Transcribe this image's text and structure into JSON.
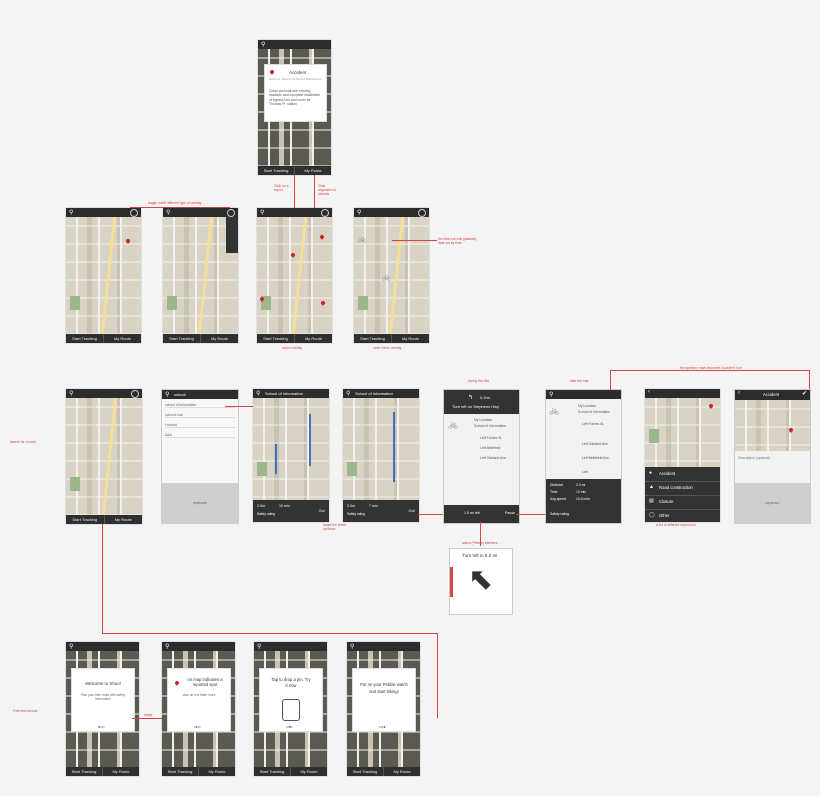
{
  "common": {
    "start_tracking": "Start Tracking",
    "my_route": "My Route"
  },
  "top_phone": {
    "card_title": "Accident",
    "card_subtitle": "Mathis St., Browns, Forbes and Bellefield Ave.",
    "card_body": "Clean and wait one existing roadside and complete installation of bypass bus and cover for Thomas Pl. station"
  },
  "notes": {
    "toggle_overlay": "toggle on/off different type of overlay",
    "click_on_report": "Click on a report",
    "click_pin_details": "Click anywhere to dismiss",
    "report_overlay": "report overlay",
    "other_riders_overlay": "other riders overlay",
    "bike_icon_note": "the bike icon will gradually fade out by time",
    "search_route": "search for a route",
    "swipe_sheet": "swipe the sheet up/down",
    "during_ride": "during the ride",
    "after_ride": "after the ride",
    "question_mark": "the question mark becomes 'Accident' icon",
    "report_list": "a list of different report icon",
    "watch_interface": "watch (Pebble) interface",
    "first_tutorial": "First time tutorial",
    "swipe": "swipe"
  },
  "search": {
    "query": "school",
    "suggestions": [
      "school of information",
      "schools hall",
      "t-school",
      "&&&"
    ],
    "keyboard": "keyboard"
  },
  "route": {
    "destination": "School of Information",
    "distance": "2.0m",
    "time": "10 min",
    "time2": "7 min",
    "safety_label": "Safety rating",
    "go": "Go!"
  },
  "during": {
    "distance": "0.2mi",
    "instruction": "Turn left on Stephens Hwy",
    "steps": [
      "My Location",
      "School of Information",
      "Left Forbes St.",
      "Left Bellefield",
      "Left Oakland Ave"
    ],
    "bottom_left": "1.5 mi left",
    "bottom_right": "Pause"
  },
  "after": {
    "steps": [
      "My Location",
      "School of Information",
      "Left Forbes St.",
      "Left Oakland Ave",
      "Left Bellefield Ave",
      "Left"
    ],
    "stats": [
      [
        "Distance",
        "2.0 mi"
      ],
      [
        "Time",
        "10 min"
      ],
      [
        "Avg speed",
        "10.6 mi/h"
      ]
    ],
    "safety_label": "Safety rating"
  },
  "report": {
    "items": [
      "Accident",
      "Road construction",
      "Closure",
      "Other"
    ],
    "header": "Accident",
    "desc_placeholder": "Description (optional)",
    "keyboard": "keyboard"
  },
  "watch": {
    "text": "Turn left in 0.2 mi"
  },
  "tutorial": {
    "t1_title": "Welcome to Shoo!",
    "t1_body": "Plan your bike route with safety information",
    "t2_title": "on map indicates a reported spot",
    "t2_body": "click on it to learn more",
    "t3_title": "Tap to drop a pin. Try it now",
    "t4_title": "Put on your Pebble watch and start biking!"
  },
  "colors": {
    "accent": "#d64545",
    "dark": "#333333",
    "map": "#d8d3c4"
  }
}
